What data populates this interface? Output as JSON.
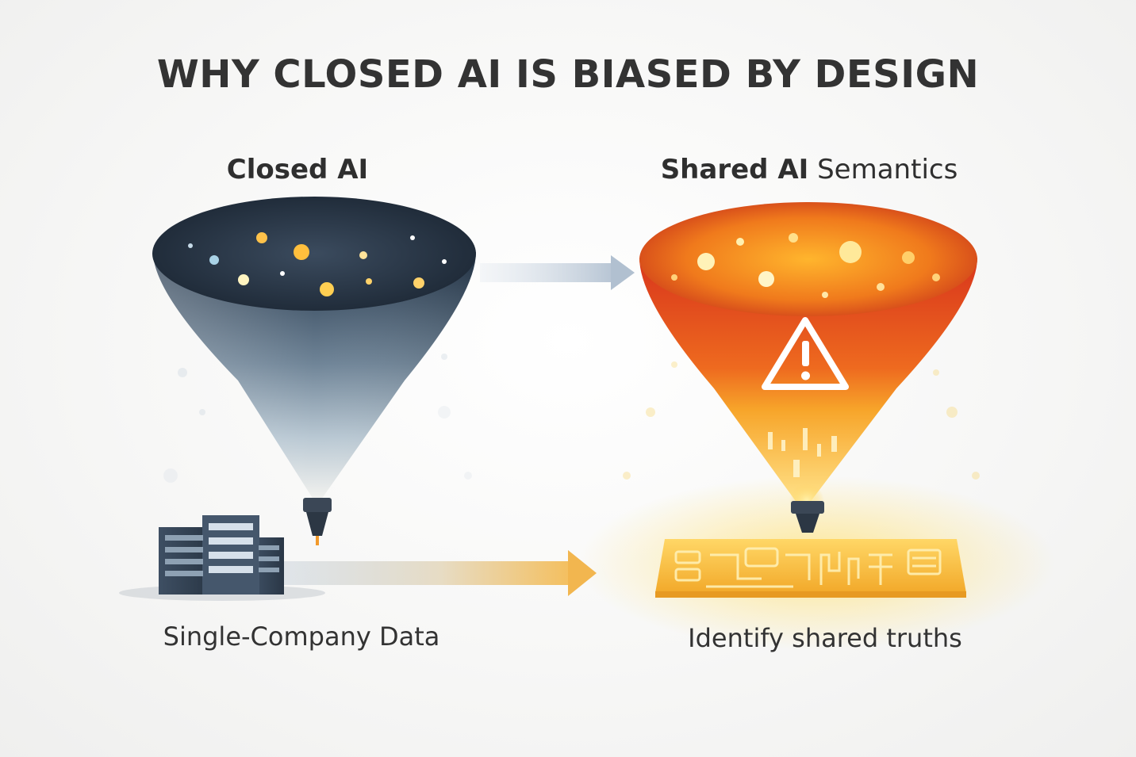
{
  "title": "WHY CLOSED AI IS BIASED BY DESIGN",
  "left": {
    "heading": "Closed AI",
    "caption": "Single-Company Data",
    "funnel_top_color": "#1f2f42",
    "funnel_bottom_color": "#c9d6df",
    "icon": "server-stack-icon"
  },
  "right": {
    "heading_bold": "Shared AI",
    "heading_rest": " Semantics",
    "caption": "Identify shared truths",
    "funnel_top_color": "#e04a1e",
    "funnel_bottom_color": "#ffd46a",
    "warning_icon": "warning-triangle-icon",
    "icon": "circuit-board-icon"
  },
  "colors": {
    "arrow_blue": "#c9d4e0",
    "arrow_gold": "#f2c068",
    "text": "#333333"
  }
}
